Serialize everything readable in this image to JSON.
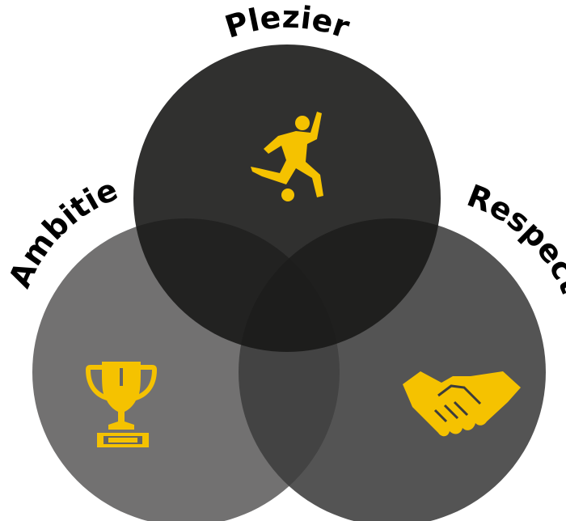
{
  "diagram": {
    "type": "venn",
    "circles": [
      {
        "id": "plezier",
        "label": "Plezier",
        "icon": "football-player-icon",
        "color": "#1f1e1d"
      },
      {
        "id": "ambitie",
        "label": "Ambitie",
        "icon": "trophy-icon",
        "color": "#636262"
      },
      {
        "id": "respect",
        "label": "Respect",
        "icon": "handshake-icon",
        "color": "#4a4a4a"
      }
    ],
    "icon_color": "#f5c200"
  }
}
